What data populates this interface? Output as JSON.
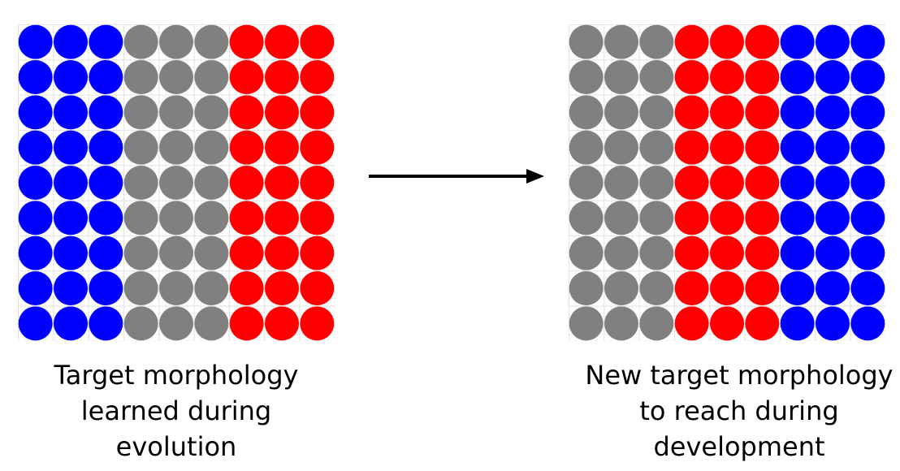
{
  "colors": {
    "blue": "#0000ff",
    "gray": "#808080",
    "red": "#ff0000",
    "arrow": "#000000"
  },
  "left_panel": {
    "rows": 9,
    "column_colors": [
      "blue",
      "blue",
      "blue",
      "gray",
      "gray",
      "gray",
      "red",
      "red",
      "red"
    ],
    "caption_lines": [
      "Target morphology",
      "learned during",
      "evolution"
    ]
  },
  "right_panel": {
    "rows": 9,
    "column_colors": [
      "gray",
      "gray",
      "gray",
      "red",
      "red",
      "red",
      "blue",
      "blue",
      "blue"
    ],
    "caption_lines": [
      "New target morphology",
      "to reach during",
      "development"
    ]
  },
  "arrow_icon": "right-arrow-icon"
}
